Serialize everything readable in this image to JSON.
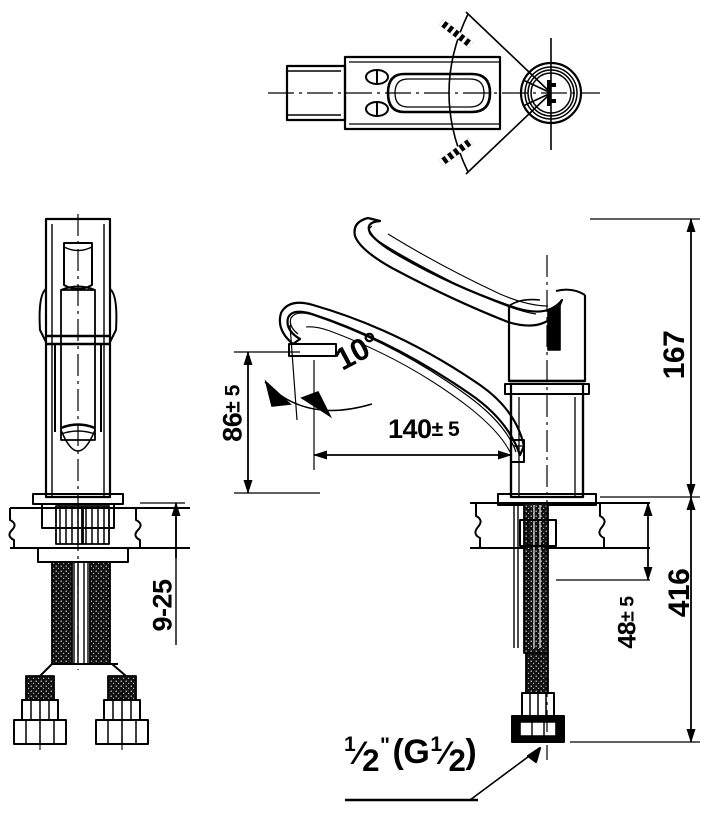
{
  "drawing": {
    "title": "Single-lever basin mixer tap — dimensioned technical drawing",
    "background_color": "#ffffff",
    "line_color": "#000000",
    "views": [
      {
        "name": "top-view",
        "label": ""
      },
      {
        "name": "side-view-left",
        "label": ""
      },
      {
        "name": "front-view-right",
        "label": ""
      }
    ]
  },
  "dimensions": {
    "spout_reach": "140",
    "spout_reach_tol": "± 5",
    "spout_height": "86",
    "spout_height_tol": "± 5",
    "swivel_angle": "10°",
    "overall_height_above_deck": "167",
    "overall_height_total": "416",
    "shank_length": "48",
    "shank_length_tol": "± 5",
    "deck_thickness_range": "9-25"
  },
  "annotations": {
    "thread_size_numerator": "1",
    "thread_size_denominator": "2",
    "thread_size_inch_mark": "\"",
    "thread_size_full": "1/2\" (G 1/2)",
    "thread_g_numerator": "1",
    "thread_g_denominator": "2",
    "thread_g_prefix": "(G",
    "thread_g_suffix": ")"
  }
}
